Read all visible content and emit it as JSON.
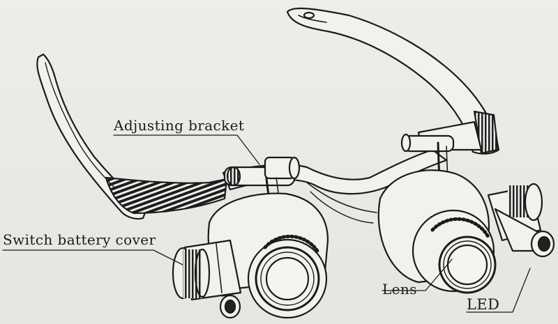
{
  "callouts": {
    "adjusting_bracket": "Adjusting bracket",
    "switch_battery_cover": "Switch battery cover",
    "lens": "Lens",
    "led": "LED"
  },
  "colors": {
    "background": "#e9e8e4",
    "line": "#1b1b1b",
    "fill_light": "#f2f1ee",
    "fill_dark": "#2a2a2a"
  }
}
